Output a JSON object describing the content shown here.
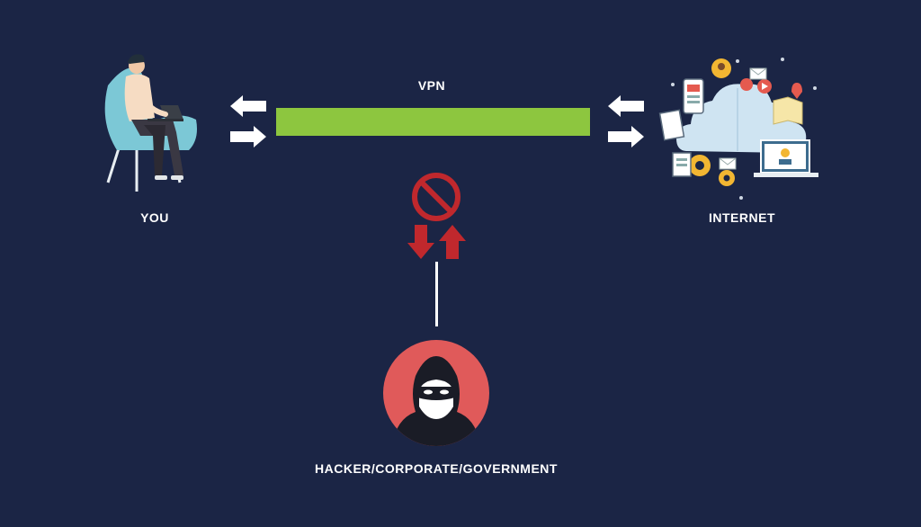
{
  "diagram": {
    "nodes": {
      "you": {
        "label": "YOU"
      },
      "internet": {
        "label": "INTERNET"
      },
      "hacker": {
        "label": "HACKER/CORPORATE/GOVERNMENT"
      }
    },
    "tunnel": {
      "label": "VPN",
      "color": "#8dc63f"
    },
    "colors": {
      "background": "#1b2545",
      "arrows": "#ffffff",
      "blocked": "#c0282d",
      "hacker_circle": "#e05a5a",
      "chair": "#7cc8d6",
      "cloud": "#cfe4f2"
    },
    "icons": [
      "person-on-chair-icon",
      "cloud-network-icon",
      "blocked-icon",
      "hooded-hacker-icon"
    ]
  }
}
